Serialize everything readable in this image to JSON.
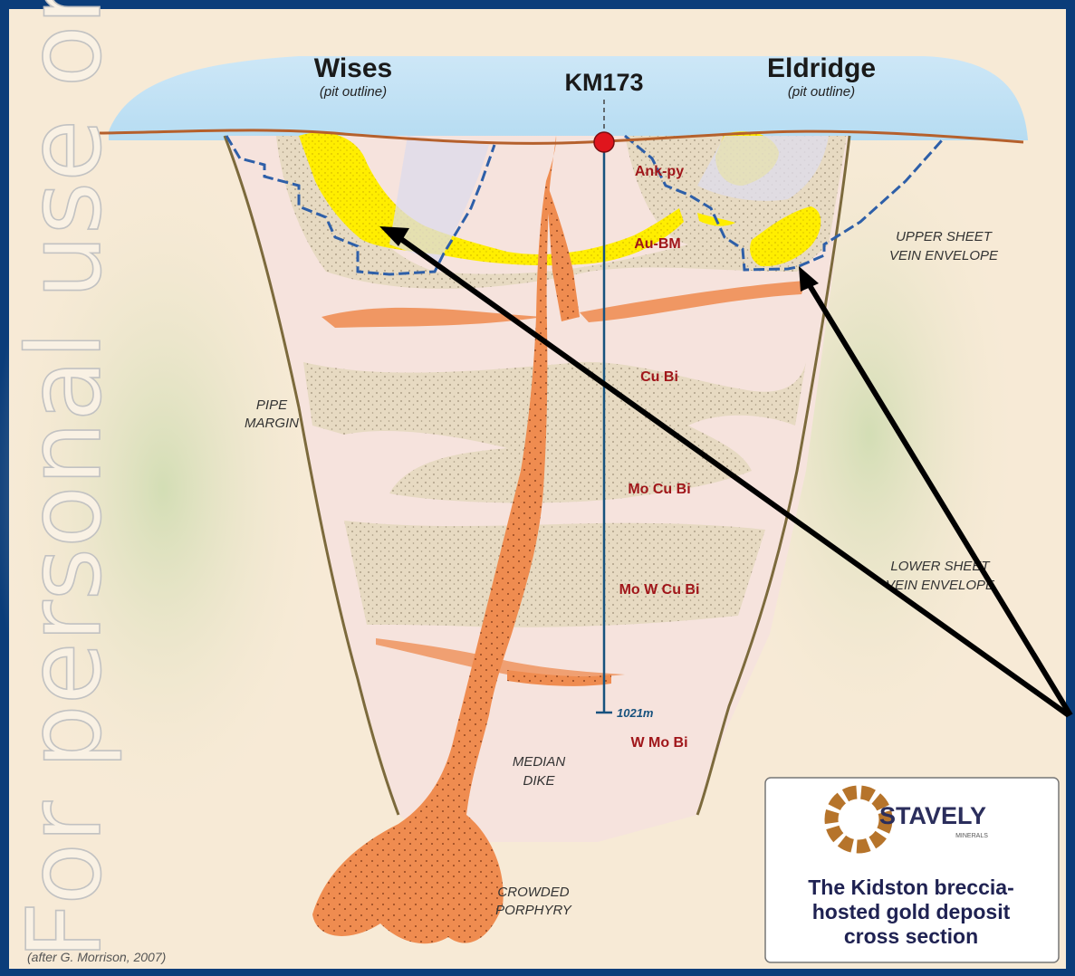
{
  "watermark": "For personal use only",
  "pits": {
    "wises": {
      "name": "Wises",
      "sub": "(pit outline)"
    },
    "eldridge": {
      "name": "Eldridge",
      "sub": "(pit outline)"
    }
  },
  "drillhole": {
    "name": "KM173",
    "depth": "1021m"
  },
  "zones": {
    "ank_py": "Ank-py",
    "au_bm": "Au-BM",
    "cu_bi": "Cu Bi",
    "mo_cu_bi": "Mo Cu Bi",
    "mo_w_cu_bi": "Mo W Cu Bi",
    "w_mo_bi": "W Mo Bi"
  },
  "labels": {
    "upper_sheet": [
      "UPPER SHEET",
      "VEIN ENVELOPE"
    ],
    "lower_sheet": [
      "LOWER SHEET",
      "VEIN ENVELOPE"
    ],
    "pipe_margin": [
      "PIPE",
      "MARGIN"
    ],
    "median_dike": [
      "MEDIAN",
      "DIKE"
    ],
    "crowded_porphyry": [
      "CROWDED",
      "PORPHYRY"
    ]
  },
  "credit": "(after G. Morrison, 2007)",
  "logo": {
    "brand": "STAVELY",
    "brand_sub": "MINERALS",
    "caption": [
      "The Kidston breccia-",
      "hosted gold deposit",
      "cross section"
    ]
  },
  "colors": {
    "border": "#0b3d7a",
    "background": "#f7ead6",
    "sky": "#bfe0f4",
    "surface_line": "#b5602c",
    "breccia": "#e8dcc6",
    "pipe_fill": "#f6e3dd",
    "gold_zone": "#ffee00",
    "dike": "#ee8a4e",
    "pit_outline": "#2e5fa8",
    "zone_text": "#a0161a",
    "drillhole": "#17527e",
    "collar": "#e0151d"
  }
}
